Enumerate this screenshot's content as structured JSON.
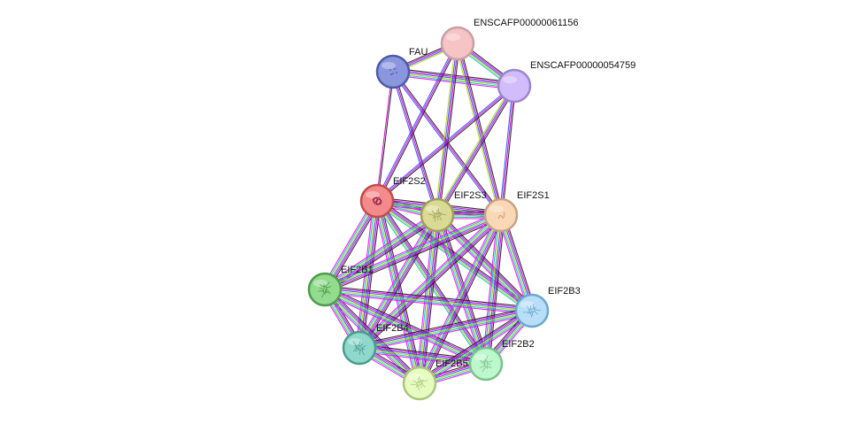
{
  "network": {
    "edge_colors": [
      "#1f1f1f",
      "#d100d1",
      "#3b4cff",
      "#b5d900",
      "#00c8c8",
      "#ff00ff"
    ],
    "nodes": [
      {
        "id": "ENSCAFP00000061156",
        "label": "ENSCAFP00000061156",
        "color": "#f7c4c6",
        "stroke": "#c9a0a2",
        "detail": "none"
      },
      {
        "id": "FAU",
        "label": "FAU",
        "color": "#8a96dd",
        "stroke": "#4e5aa6",
        "detail": "dots"
      },
      {
        "id": "ENSCAFP00000054759",
        "label": "ENSCAFP00000054759",
        "color": "#d2bcfb",
        "stroke": "#9b86cc",
        "detail": "none"
      },
      {
        "id": "EIF2S2",
        "label": "EIF2S2",
        "color": "#f48a8a",
        "stroke": "#c24a4a",
        "detail": "rings"
      },
      {
        "id": "EIF2S3",
        "label": "EIF2S3",
        "color": "#dada94",
        "stroke": "#9f9f5d",
        "detail": "cluster"
      },
      {
        "id": "EIF2S1",
        "label": "EIF2S1",
        "color": "#fad8b6",
        "stroke": "#c7a383",
        "detail": "squiggle"
      },
      {
        "id": "EIF2B1",
        "label": "EIF2B1",
        "color": "#93db8d",
        "stroke": "#4f9b4a",
        "detail": "cluster"
      },
      {
        "id": "EIF2B3",
        "label": "EIF2B3",
        "color": "#b9def7",
        "stroke": "#6aa7cf",
        "detail": "cluster"
      },
      {
        "id": "EIF2B4",
        "label": "EIF2B4",
        "color": "#8fd8cc",
        "stroke": "#4a9c8f",
        "detail": "cluster"
      },
      {
        "id": "EIF2B2",
        "label": "EIF2B2",
        "color": "#bdf7cc",
        "stroke": "#79c28c",
        "detail": "cluster"
      },
      {
        "id": "EIF2B5",
        "label": "EIF2B5",
        "color": "#e6fbc0",
        "stroke": "#a9c67c",
        "detail": "cluster"
      }
    ],
    "edges": [
      {
        "source": "FAU",
        "target": "ENSCAFP00000061156",
        "types": 4
      },
      {
        "source": "FAU",
        "target": "ENSCAFP00000054759",
        "types": 6
      },
      {
        "source": "ENSCAFP00000061156",
        "target": "ENSCAFP00000054759",
        "types": 5
      },
      {
        "source": "FAU",
        "target": "EIF2S2",
        "types": 2
      },
      {
        "source": "FAU",
        "target": "EIF2S3",
        "types": 3
      },
      {
        "source": "FAU",
        "target": "EIF2S1",
        "types": 3
      },
      {
        "source": "ENSCAFP00000061156",
        "target": "EIF2S2",
        "types": 3
      },
      {
        "source": "ENSCAFP00000061156",
        "target": "EIF2S3",
        "types": 4
      },
      {
        "source": "ENSCAFP00000061156",
        "target": "EIF2S1",
        "types": 4
      },
      {
        "source": "ENSCAFP00000054759",
        "target": "EIF2S2",
        "types": 3
      },
      {
        "source": "ENSCAFP00000054759",
        "target": "EIF2S3",
        "types": 4
      },
      {
        "source": "ENSCAFP00000054759",
        "target": "EIF2S1",
        "types": 3
      },
      {
        "source": "EIF2S2",
        "target": "EIF2S3",
        "types": 6
      },
      {
        "source": "EIF2S2",
        "target": "EIF2S1",
        "types": 6
      },
      {
        "source": "EIF2S3",
        "target": "EIF2S1",
        "types": 6
      },
      {
        "source": "EIF2S2",
        "target": "EIF2B1",
        "types": 6
      },
      {
        "source": "EIF2S2",
        "target": "EIF2B4",
        "types": 6
      },
      {
        "source": "EIF2S2",
        "target": "EIF2B5",
        "types": 6
      },
      {
        "source": "EIF2S2",
        "target": "EIF2B2",
        "types": 5
      },
      {
        "source": "EIF2S2",
        "target": "EIF2B3",
        "types": 5
      },
      {
        "source": "EIF2S3",
        "target": "EIF2B1",
        "types": 6
      },
      {
        "source": "EIF2S3",
        "target": "EIF2B4",
        "types": 6
      },
      {
        "source": "EIF2S3",
        "target": "EIF2B5",
        "types": 6
      },
      {
        "source": "EIF2S3",
        "target": "EIF2B2",
        "types": 6
      },
      {
        "source": "EIF2S3",
        "target": "EIF2B3",
        "types": 6
      },
      {
        "source": "EIF2S1",
        "target": "EIF2B1",
        "types": 6
      },
      {
        "source": "EIF2S1",
        "target": "EIF2B4",
        "types": 6
      },
      {
        "source": "EIF2S1",
        "target": "EIF2B5",
        "types": 6
      },
      {
        "source": "EIF2S1",
        "target": "EIF2B2",
        "types": 6
      },
      {
        "source": "EIF2S1",
        "target": "EIF2B3",
        "types": 6
      },
      {
        "source": "EIF2B1",
        "target": "EIF2B4",
        "types": 6
      },
      {
        "source": "EIF2B1",
        "target": "EIF2B5",
        "types": 6
      },
      {
        "source": "EIF2B1",
        "target": "EIF2B2",
        "types": 6
      },
      {
        "source": "EIF2B1",
        "target": "EIF2B3",
        "types": 6
      },
      {
        "source": "EIF2B4",
        "target": "EIF2B5",
        "types": 6
      },
      {
        "source": "EIF2B4",
        "target": "EIF2B2",
        "types": 6
      },
      {
        "source": "EIF2B4",
        "target": "EIF2B3",
        "types": 6
      },
      {
        "source": "EIF2B5",
        "target": "EIF2B2",
        "types": 6
      },
      {
        "source": "EIF2B5",
        "target": "EIF2B3",
        "types": 6
      },
      {
        "source": "EIF2B2",
        "target": "EIF2B3",
        "types": 6
      }
    ]
  }
}
